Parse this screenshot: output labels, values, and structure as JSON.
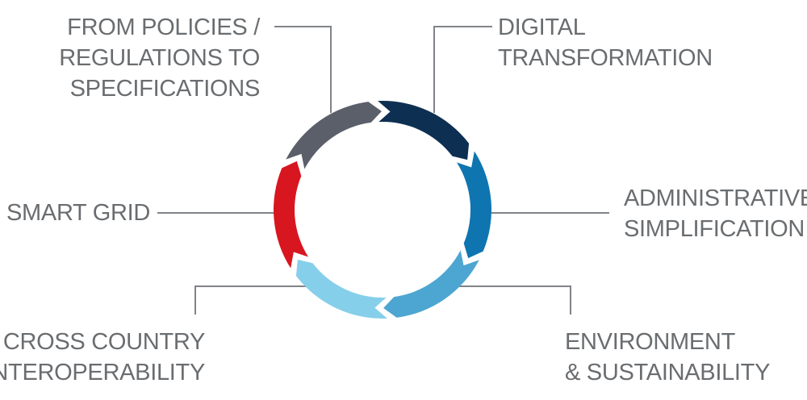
{
  "diagram": {
    "colors": {
      "label_text": "#6a6d70",
      "leader_line": "#808387",
      "segment_digital": "#0d2f52",
      "segment_admin": "#0f75b0",
      "segment_environment": "#4da6d1",
      "segment_cross": "#86cfea",
      "segment_smart": "#d8161f",
      "segment_policies": "#5a5f6a"
    },
    "labels": {
      "policies": [
        "FROM POLICIES /",
        "REGULATIONS TO",
        "SPECIFICATIONS"
      ],
      "digital": [
        "DIGITAL",
        "TRANSFORMATION"
      ],
      "admin": [
        "ADMINISTRATIVE",
        "SIMPLIFICATION"
      ],
      "smart": [
        "SMART GRID"
      ],
      "cross": [
        "CROSS COUNTRY",
        "INTEROPERABILITY"
      ],
      "environment": [
        "ENVIRONMENT",
        "& SUSTAINABILITY"
      ]
    }
  }
}
